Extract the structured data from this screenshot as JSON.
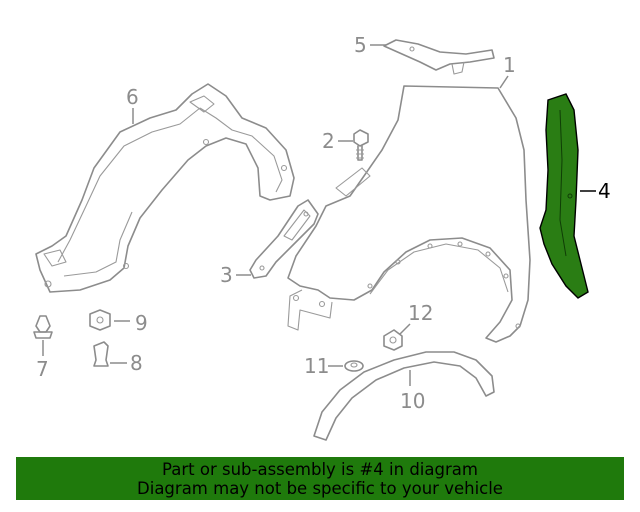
{
  "callouts": {
    "c1": "1",
    "c2": "2",
    "c3": "3",
    "c4": "4",
    "c5": "5",
    "c6": "6",
    "c7": "7",
    "c8": "8",
    "c9": "9",
    "c10": "10",
    "c11": "11",
    "c12": "12"
  },
  "highlighted_part": "4",
  "banner": {
    "line1": "Part or sub-assembly is #4 in diagram",
    "line2": "Diagram may not be specific to your vehicle"
  },
  "colors": {
    "highlight_fill": "#2a7d14",
    "banner_background": "#1f7a0c",
    "line_gray": "#8c8c8c",
    "text_dark": "#000000"
  }
}
